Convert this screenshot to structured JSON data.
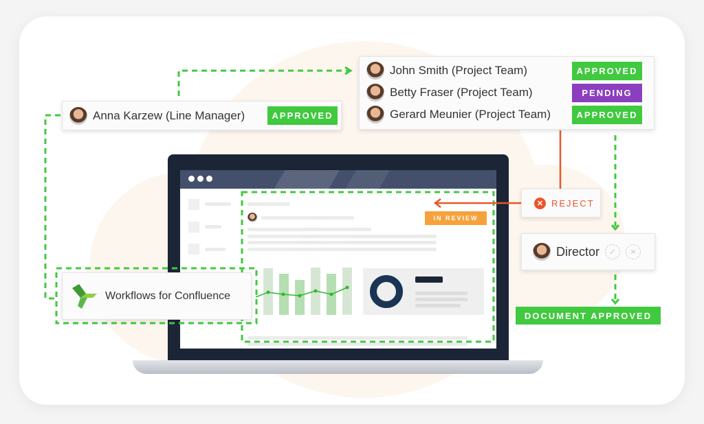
{
  "line_manager": {
    "name": "Anna Karzew (Line Manager)",
    "status": "APPROVED"
  },
  "project_team": [
    {
      "name": "John Smith (Project Team)",
      "status": "APPROVED",
      "color": "#41c93f"
    },
    {
      "name": "Betty Fraser (Project Team)",
      "status": "PENDING",
      "color": "#8b3fbf"
    },
    {
      "name": "Gerard Meunier (Project Team)",
      "status": "APPROVED",
      "color": "#41c93f"
    }
  ],
  "reject": {
    "label": "REJECT"
  },
  "director": {
    "name": "Director"
  },
  "final_status": "DOCUMENT APPROVED",
  "page_status": "IN REVIEW",
  "app": {
    "name": "Workflows for Confluence"
  },
  "colors": {
    "approved": "#41c93f",
    "pending": "#8b3fbf",
    "reject": "#e8562a",
    "review": "#f6a23b"
  }
}
